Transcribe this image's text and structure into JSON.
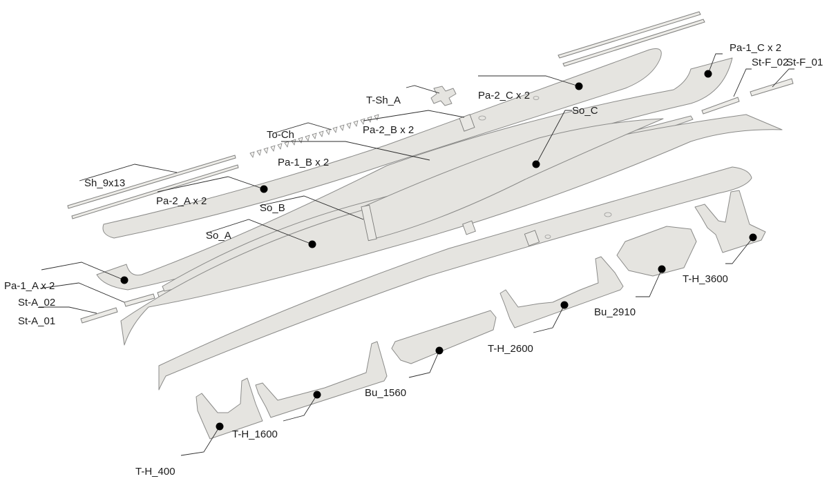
{
  "labels": {
    "t_sh_a": "T-Sh_A",
    "pa2_c": "Pa-2_C x 2",
    "pa1_c": "Pa-1_C x 2",
    "st_f_02": "St-F_02",
    "st_f_01": "St-F_01",
    "to_ch": "To-Ch",
    "pa2_b": "Pa-2_B x 2",
    "so_c": "So_C",
    "pa1_b": "Pa-1_B x 2",
    "sh_9x13": "Sh_9x13",
    "pa2_a": "Pa-2_A x 2",
    "so_b": "So_B",
    "so_a": "So_A",
    "pa1_a": "Pa-1_A x 2",
    "st_a_02": "St-A_02",
    "st_a_01": "St-A_01",
    "t_h_3600": "T-H_3600",
    "bu_2910": "Bu_2910",
    "t_h_2600": "T-H_2600",
    "bu_1560": "Bu_1560",
    "t_h_1600": "T-H_1600",
    "t_h_400": "T-H_400"
  },
  "colors": {
    "part_fill": "#e5e4e0",
    "part_stroke": "#8a8a88",
    "leader": "#2a2a2a",
    "marker": "#000000"
  }
}
